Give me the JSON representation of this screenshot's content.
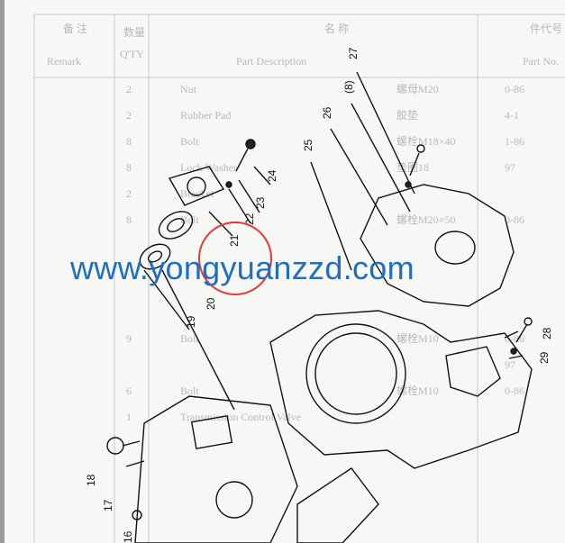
{
  "table": {
    "headers": {
      "remark_cn": "备 注",
      "remark_en": "Remark",
      "qty_cn": "数量",
      "qty_en": "Q'TY",
      "desc_cn": "名 称",
      "desc_en": "Part Description",
      "partno_cn": "件代号",
      "partno_en": "Part No."
    },
    "rows": [
      {
        "part_no": "0-86",
        "cn": "螺母M20",
        "desc": "Nut",
        "qty": "2"
      },
      {
        "part_no": "4-1",
        "cn": "胶垫",
        "desc": "Rubber Pad",
        "qty": "2"
      },
      {
        "part_no": "1-86",
        "cn": "螺栓M18×40",
        "desc": "Bolt",
        "qty": "8"
      },
      {
        "part_no": "97",
        "cn": "垫圈18",
        "desc": "Lock Washer",
        "qty": "8"
      },
      {
        "part_no": "",
        "cn": "",
        "desc": "Bracket",
        "qty": "2"
      },
      {
        "part_no": "0-86",
        "cn": "螺栓M20×50",
        "desc": "Bolt",
        "qty": "8"
      },
      {
        "part_no": "0-86",
        "cn": "螺栓M10",
        "desc": "Bolt",
        "qty": "9"
      },
      {
        "part_no": "97",
        "cn": "",
        "desc": "",
        "qty": ""
      },
      {
        "part_no": "0-86",
        "cn": "螺栓M10",
        "desc": "Bolt",
        "qty": "6"
      },
      {
        "part_no": "",
        "cn": "",
        "desc": "Transmission Control Valve",
        "qty": "1"
      }
    ]
  },
  "callouts": [
    "27",
    "(8)",
    "26",
    "25",
    "24",
    "23",
    "22",
    "21",
    "20",
    "19",
    "28",
    "29",
    "18",
    "17",
    "16"
  ],
  "highlight_color": "#e53935",
  "watermark": "www.yongyuanzzd.com",
  "watermark_color": "#1e6fc0"
}
